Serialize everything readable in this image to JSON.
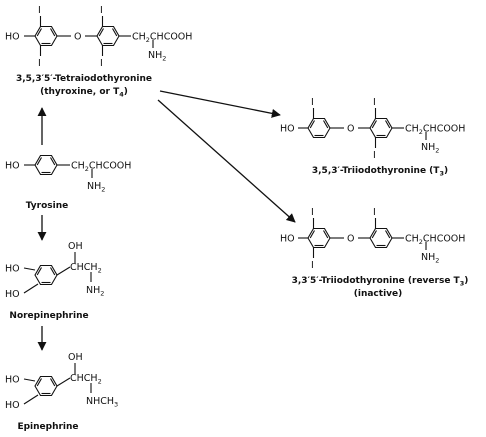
{
  "atoms": {
    "ho": "HO",
    "o": "O",
    "i": "I",
    "oh": "OH",
    "ch2": "CH",
    "ch2_sub": "2",
    "chcooh": "CHCOOH",
    "chch2": "CHCH",
    "nh2": "NH",
    "nh2_sub": "2",
    "nhch3": "NHCH",
    "nhch3_sub": "3",
    "ch2chcooh": "CH",
    "ch2chcooh_mid": "CHCOOH"
  },
  "compounds": {
    "thyroxine": {
      "name_line1": "3,5,3′5′-Tetraiodothyronine",
      "name_line2_pre": "(thyroxine, or T",
      "name_line2_sub": "4",
      "name_line2_post": ")"
    },
    "t3": {
      "name_pre": "3,5,3′-Triiodothyronine (T",
      "name_sub": "3",
      "name_post": ")"
    },
    "reverse_t3": {
      "name_line1_pre": "3,3′5′-Triiodothyronine (reverse T",
      "name_line1_sub": "3",
      "name_line1_post": ")",
      "name_line2": "(inactive)"
    },
    "tyrosine": {
      "name": "Tyrosine"
    },
    "norepinephrine": {
      "name": "Norepinephrine"
    },
    "epinephrine": {
      "name": "Epinephrine"
    }
  }
}
